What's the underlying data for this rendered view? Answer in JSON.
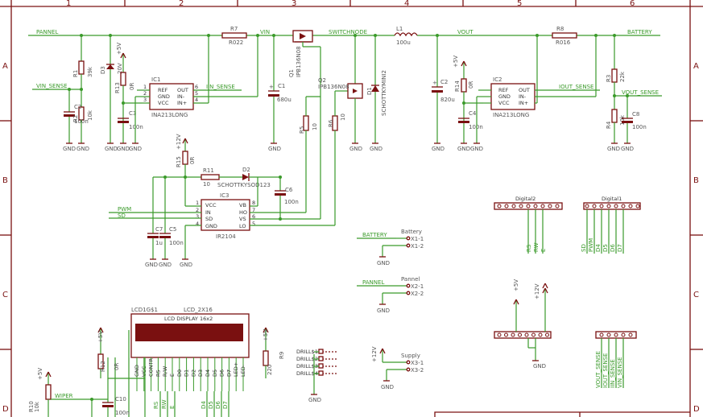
{
  "frame": {
    "columns": [
      "1",
      "2",
      "3",
      "4",
      "5",
      "6"
    ],
    "rows": [
      "A",
      "B",
      "C",
      "D"
    ]
  },
  "nets": {
    "pannel": "PANNEL",
    "vin": "VIN",
    "switchnode": "SWITCHNODE",
    "vout": "VOUT",
    "battery": "BATTERY",
    "vin_sense": "VIN_SENSE",
    "iin_sense": "IIN_SENSE",
    "iout_sense": "IOUT_SENSE",
    "vout_sense": "VOUT_SENSE",
    "pwm": "PWM",
    "sd": "SD",
    "wiper": "WIPER"
  },
  "parts": {
    "R1": {
      "name": "R1",
      "value": "39k"
    },
    "R2": {
      "name": "R2",
      "value": "10k"
    },
    "C2": {
      "name": "C2",
      "value": "100n"
    },
    "D3": {
      "name": "D3",
      "value": "20V"
    },
    "R13": {
      "name": "R13",
      "value": "0R"
    },
    "C3": {
      "name": "C3",
      "value": "100n"
    },
    "IC1": {
      "name": "IC1",
      "value": "INA213LONG"
    },
    "R7": {
      "name": "R7",
      "value": "R022"
    },
    "C1": {
      "name": "C1",
      "value": "680u"
    },
    "Q1": {
      "name": "Q1",
      "value": "IPB136N08"
    },
    "Q2": {
      "name": "Q2",
      "value": "IPB136N08"
    },
    "R5": {
      "name": "R5",
      "value": "10"
    },
    "R6": {
      "name": "R6",
      "value": "10"
    },
    "D1": {
      "name": "D1",
      "value": "SCHOTTKYMINI2"
    },
    "L1": {
      "name": "L1",
      "value": "100u"
    },
    "C5c": {
      "name": "C2",
      "value": "820u"
    },
    "R14": {
      "name": "R14",
      "value": "0R"
    },
    "C4": {
      "name": "C4",
      "value": "100n"
    },
    "IC2": {
      "name": "IC2",
      "value": "INA213LONG"
    },
    "R8": {
      "name": "R8",
      "value": "R016"
    },
    "R3": {
      "name": "R3",
      "value": "22k"
    },
    "R4": {
      "name": "R4",
      "value": "10k"
    },
    "C8": {
      "name": "C8",
      "value": "100n"
    },
    "R15": {
      "name": "R15",
      "value": "0R"
    },
    "R11": {
      "name": "R11",
      "value": "10"
    },
    "D2": {
      "name": "D2",
      "value": "SCHOTTKYSOD123"
    },
    "C6": {
      "name": "C6",
      "value": "100n"
    },
    "IC3": {
      "name": "IC3",
      "value": "IR2104"
    },
    "C7": {
      "name": "C7",
      "value": "1u"
    },
    "C5": {
      "name": "C5",
      "value": "100n"
    },
    "R12": {
      "name": "R12",
      "value": "0R"
    },
    "R9": {
      "name": "R9",
      "value": "220"
    },
    "C10": {
      "name": "C10",
      "value": "100n"
    },
    "R10": {
      "name": "R10",
      "value": "10k"
    }
  },
  "pins": {
    "ina_left": [
      "REF",
      "GND",
      "VCC"
    ],
    "ina_right": [
      "OUT",
      "IN-",
      "IN+"
    ],
    "ic1_left_nums": [
      "1",
      "2",
      "3"
    ],
    "ic1_right_nums": [
      "6",
      "5",
      "4"
    ],
    "ir_left": [
      "VCC",
      "IN",
      "SD",
      "GND"
    ],
    "ir_right": [
      "VB",
      "HO",
      "VS",
      "LO"
    ],
    "ir_left_nums": [
      "1",
      "2",
      "3",
      "4"
    ],
    "ir_right_nums": [
      "8",
      "7",
      "6",
      "5"
    ]
  },
  "power": {
    "gnd": "GND",
    "p5v": "+5V",
    "p12v": "+12V"
  },
  "connectors": {
    "battery": {
      "title": "Battery",
      "pins": [
        "X1-1",
        "X1-2"
      ]
    },
    "pannel": {
      "title": "Pannel",
      "pins": [
        "X2-1",
        "X2-2"
      ]
    },
    "supply": {
      "title": "Supply",
      "pins": [
        "X3-1",
        "X3-2"
      ]
    }
  },
  "headers": {
    "digital2": "Digital2",
    "digital1": "Digital1",
    "d2_pins": [
      "RS",
      "RW",
      "E"
    ],
    "d1_pins": [
      "SD",
      "PWM",
      "D4",
      "D5",
      "D6",
      "D7"
    ],
    "power_pins": [
      "+5V",
      "+12V"
    ],
    "analog_pins": [
      "VOUT_SENSE",
      "IOUT_SENSE",
      "IIN_SENSE",
      "VIN_SENSE"
    ]
  },
  "lcd": {
    "name": "LCD1G$1",
    "value": "LCD_2X16",
    "display": "LCD DISPLAY 16x2",
    "pins": [
      "GND",
      "VCC",
      "CONTR",
      "RS",
      "R/W",
      "E",
      "D0",
      "D1",
      "D2",
      "D3",
      "D4",
      "D5",
      "D6",
      "D7",
      "LED+",
      "LED-"
    ],
    "bus": [
      "RS",
      "RW",
      "E",
      "D4",
      "D5",
      "D6",
      "D7"
    ]
  },
  "drills": [
    "DRILL$1",
    "DRILL$2",
    "DRILL$3",
    "DRILL$4"
  ],
  "colors": {
    "wire": "#3a9a2a",
    "part": "#7a1010",
    "frame": "#7a1010",
    "text": "#555555"
  }
}
